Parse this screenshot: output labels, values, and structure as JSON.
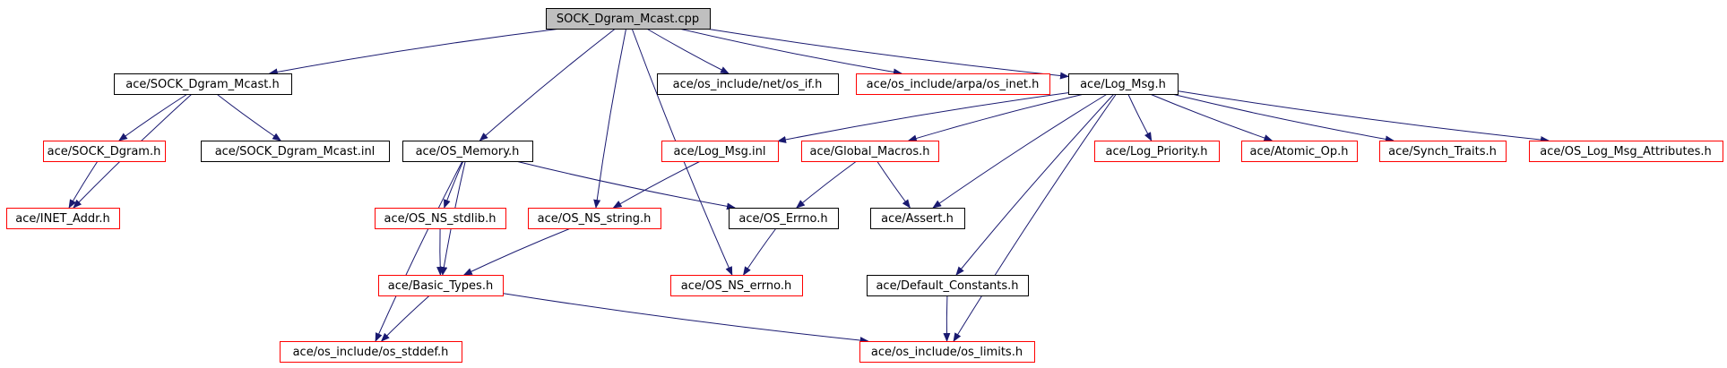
{
  "colors": {
    "edge": "#191970",
    "border_default": "#000000",
    "border_missing": "#ff0000",
    "root_fill": "#bfbfbf",
    "node_fill": "#ffffff"
  },
  "nodes": [
    {
      "id": "root",
      "label": "SOCK_Dgram_Mcast.cpp",
      "kind": "root"
    },
    {
      "id": "mcast_h",
      "label": "ace/SOCK_Dgram_Mcast.h",
      "kind": "normal"
    },
    {
      "id": "os_if",
      "label": "ace/os_include/net/os_if.h",
      "kind": "normal"
    },
    {
      "id": "os_inet",
      "label": "ace/os_include/arpa/os_inet.h",
      "kind": "missing"
    },
    {
      "id": "log_msg_h",
      "label": "ace/Log_Msg.h",
      "kind": "normal"
    },
    {
      "id": "sock_dgram",
      "label": "ace/SOCK_Dgram.h",
      "kind": "missing"
    },
    {
      "id": "mcast_inl",
      "label": "ace/SOCK_Dgram_Mcast.inl",
      "kind": "normal"
    },
    {
      "id": "os_memory",
      "label": "ace/OS_Memory.h",
      "kind": "normal"
    },
    {
      "id": "log_msg_inl",
      "label": "ace/Log_Msg.inl",
      "kind": "missing"
    },
    {
      "id": "global_macros",
      "label": "ace/Global_Macros.h",
      "kind": "missing"
    },
    {
      "id": "log_priority",
      "label": "ace/Log_Priority.h",
      "kind": "missing"
    },
    {
      "id": "atomic_op",
      "label": "ace/Atomic_Op.h",
      "kind": "missing"
    },
    {
      "id": "synch_traits",
      "label": "ace/Synch_Traits.h",
      "kind": "missing"
    },
    {
      "id": "log_msg_attr",
      "label": "ace/OS_Log_Msg_Attributes.h",
      "kind": "missing"
    },
    {
      "id": "inet_addr",
      "label": "ace/INET_Addr.h",
      "kind": "missing"
    },
    {
      "id": "os_ns_stdlib",
      "label": "ace/OS_NS_stdlib.h",
      "kind": "missing"
    },
    {
      "id": "os_ns_string",
      "label": "ace/OS_NS_string.h",
      "kind": "missing"
    },
    {
      "id": "os_errno",
      "label": "ace/OS_Errno.h",
      "kind": "normal"
    },
    {
      "id": "assert_h",
      "label": "ace/Assert.h",
      "kind": "normal"
    },
    {
      "id": "basic_types",
      "label": "ace/Basic_Types.h",
      "kind": "missing"
    },
    {
      "id": "os_ns_errno",
      "label": "ace/OS_NS_errno.h",
      "kind": "missing"
    },
    {
      "id": "default_constants",
      "label": "ace/Default_Constants.h",
      "kind": "normal"
    },
    {
      "id": "os_stddef",
      "label": "ace/os_include/os_stddef.h",
      "kind": "missing"
    },
    {
      "id": "os_limits",
      "label": "ace/os_include/os_limits.h",
      "kind": "missing"
    }
  ],
  "edges": [
    [
      "root",
      "mcast_h"
    ],
    [
      "root",
      "os_if"
    ],
    [
      "root",
      "os_inet"
    ],
    [
      "root",
      "log_msg_h"
    ],
    [
      "root",
      "os_memory"
    ],
    [
      "root",
      "os_ns_string"
    ],
    [
      "root",
      "os_ns_errno"
    ],
    [
      "mcast_h",
      "sock_dgram"
    ],
    [
      "mcast_h",
      "mcast_inl"
    ],
    [
      "mcast_h",
      "inet_addr"
    ],
    [
      "sock_dgram",
      "inet_addr"
    ],
    [
      "os_memory",
      "os_ns_stdlib"
    ],
    [
      "os_memory",
      "os_errno"
    ],
    [
      "os_memory",
      "basic_types"
    ],
    [
      "os_memory",
      "os_stddef"
    ],
    [
      "os_ns_stdlib",
      "basic_types"
    ],
    [
      "os_ns_string",
      "basic_types"
    ],
    [
      "log_msg_inl",
      "os_ns_string"
    ],
    [
      "log_msg_h",
      "log_msg_inl"
    ],
    [
      "log_msg_h",
      "global_macros"
    ],
    [
      "log_msg_h",
      "log_priority"
    ],
    [
      "log_msg_h",
      "atomic_op"
    ],
    [
      "log_msg_h",
      "synch_traits"
    ],
    [
      "log_msg_h",
      "log_msg_attr"
    ],
    [
      "log_msg_h",
      "assert_h"
    ],
    [
      "log_msg_h",
      "default_constants"
    ],
    [
      "log_msg_h",
      "os_limits"
    ],
    [
      "global_macros",
      "os_errno"
    ],
    [
      "global_macros",
      "assert_h"
    ],
    [
      "os_errno",
      "os_ns_errno"
    ],
    [
      "default_constants",
      "os_limits"
    ],
    [
      "basic_types",
      "os_stddef"
    ],
    [
      "basic_types",
      "os_limits"
    ]
  ]
}
